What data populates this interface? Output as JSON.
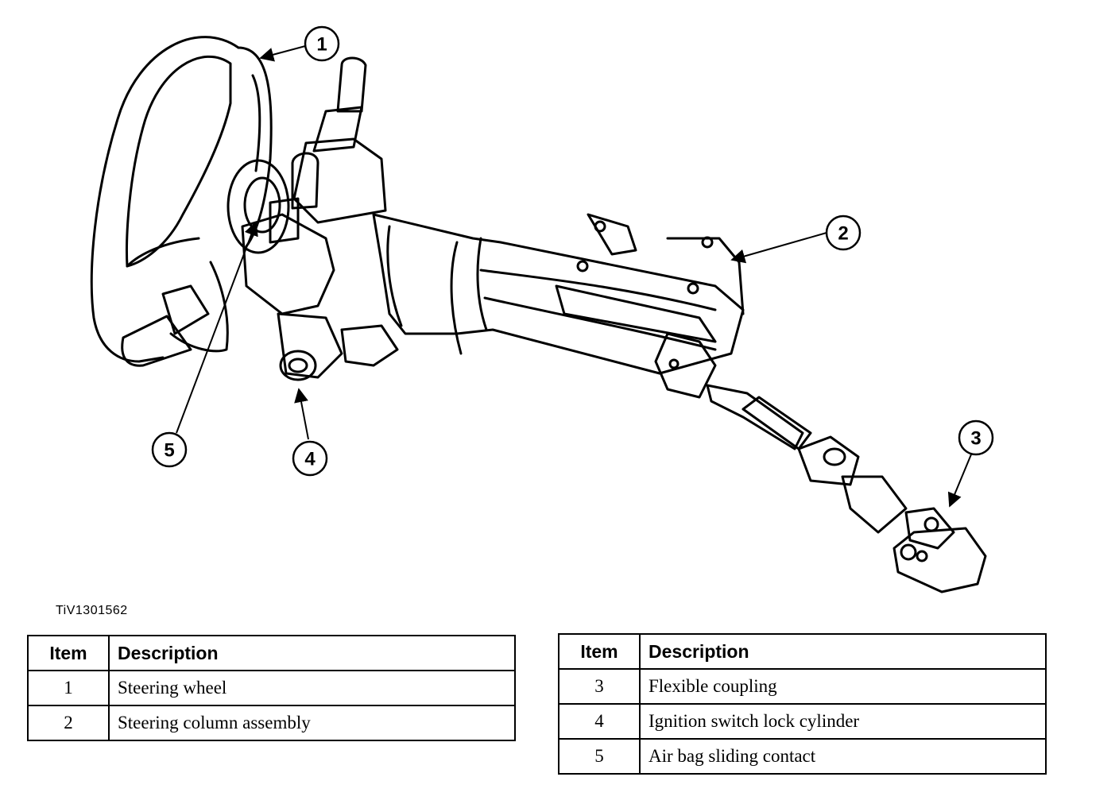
{
  "figure_id": "TiV1301562",
  "callouts": [
    {
      "number": "1",
      "target": "steering-wheel"
    },
    {
      "number": "2",
      "target": "steering-column-assembly"
    },
    {
      "number": "3",
      "target": "flexible-coupling"
    },
    {
      "number": "4",
      "target": "ignition-switch-lock-cylinder"
    },
    {
      "number": "5",
      "target": "air-bag-sliding-contact"
    }
  ],
  "legend_left": {
    "header_item": "Item",
    "header_description": "Description",
    "rows": [
      {
        "item": "1",
        "description": "Steering wheel"
      },
      {
        "item": "2",
        "description": "Steering column assembly"
      }
    ]
  },
  "legend_right": {
    "header_item": "Item",
    "header_description": "Description",
    "rows": [
      {
        "item": "3",
        "description": "Flexible coupling"
      },
      {
        "item": "4",
        "description": "Ignition switch lock cylinder"
      },
      {
        "item": "5",
        "description": "Air bag sliding contact"
      }
    ]
  }
}
